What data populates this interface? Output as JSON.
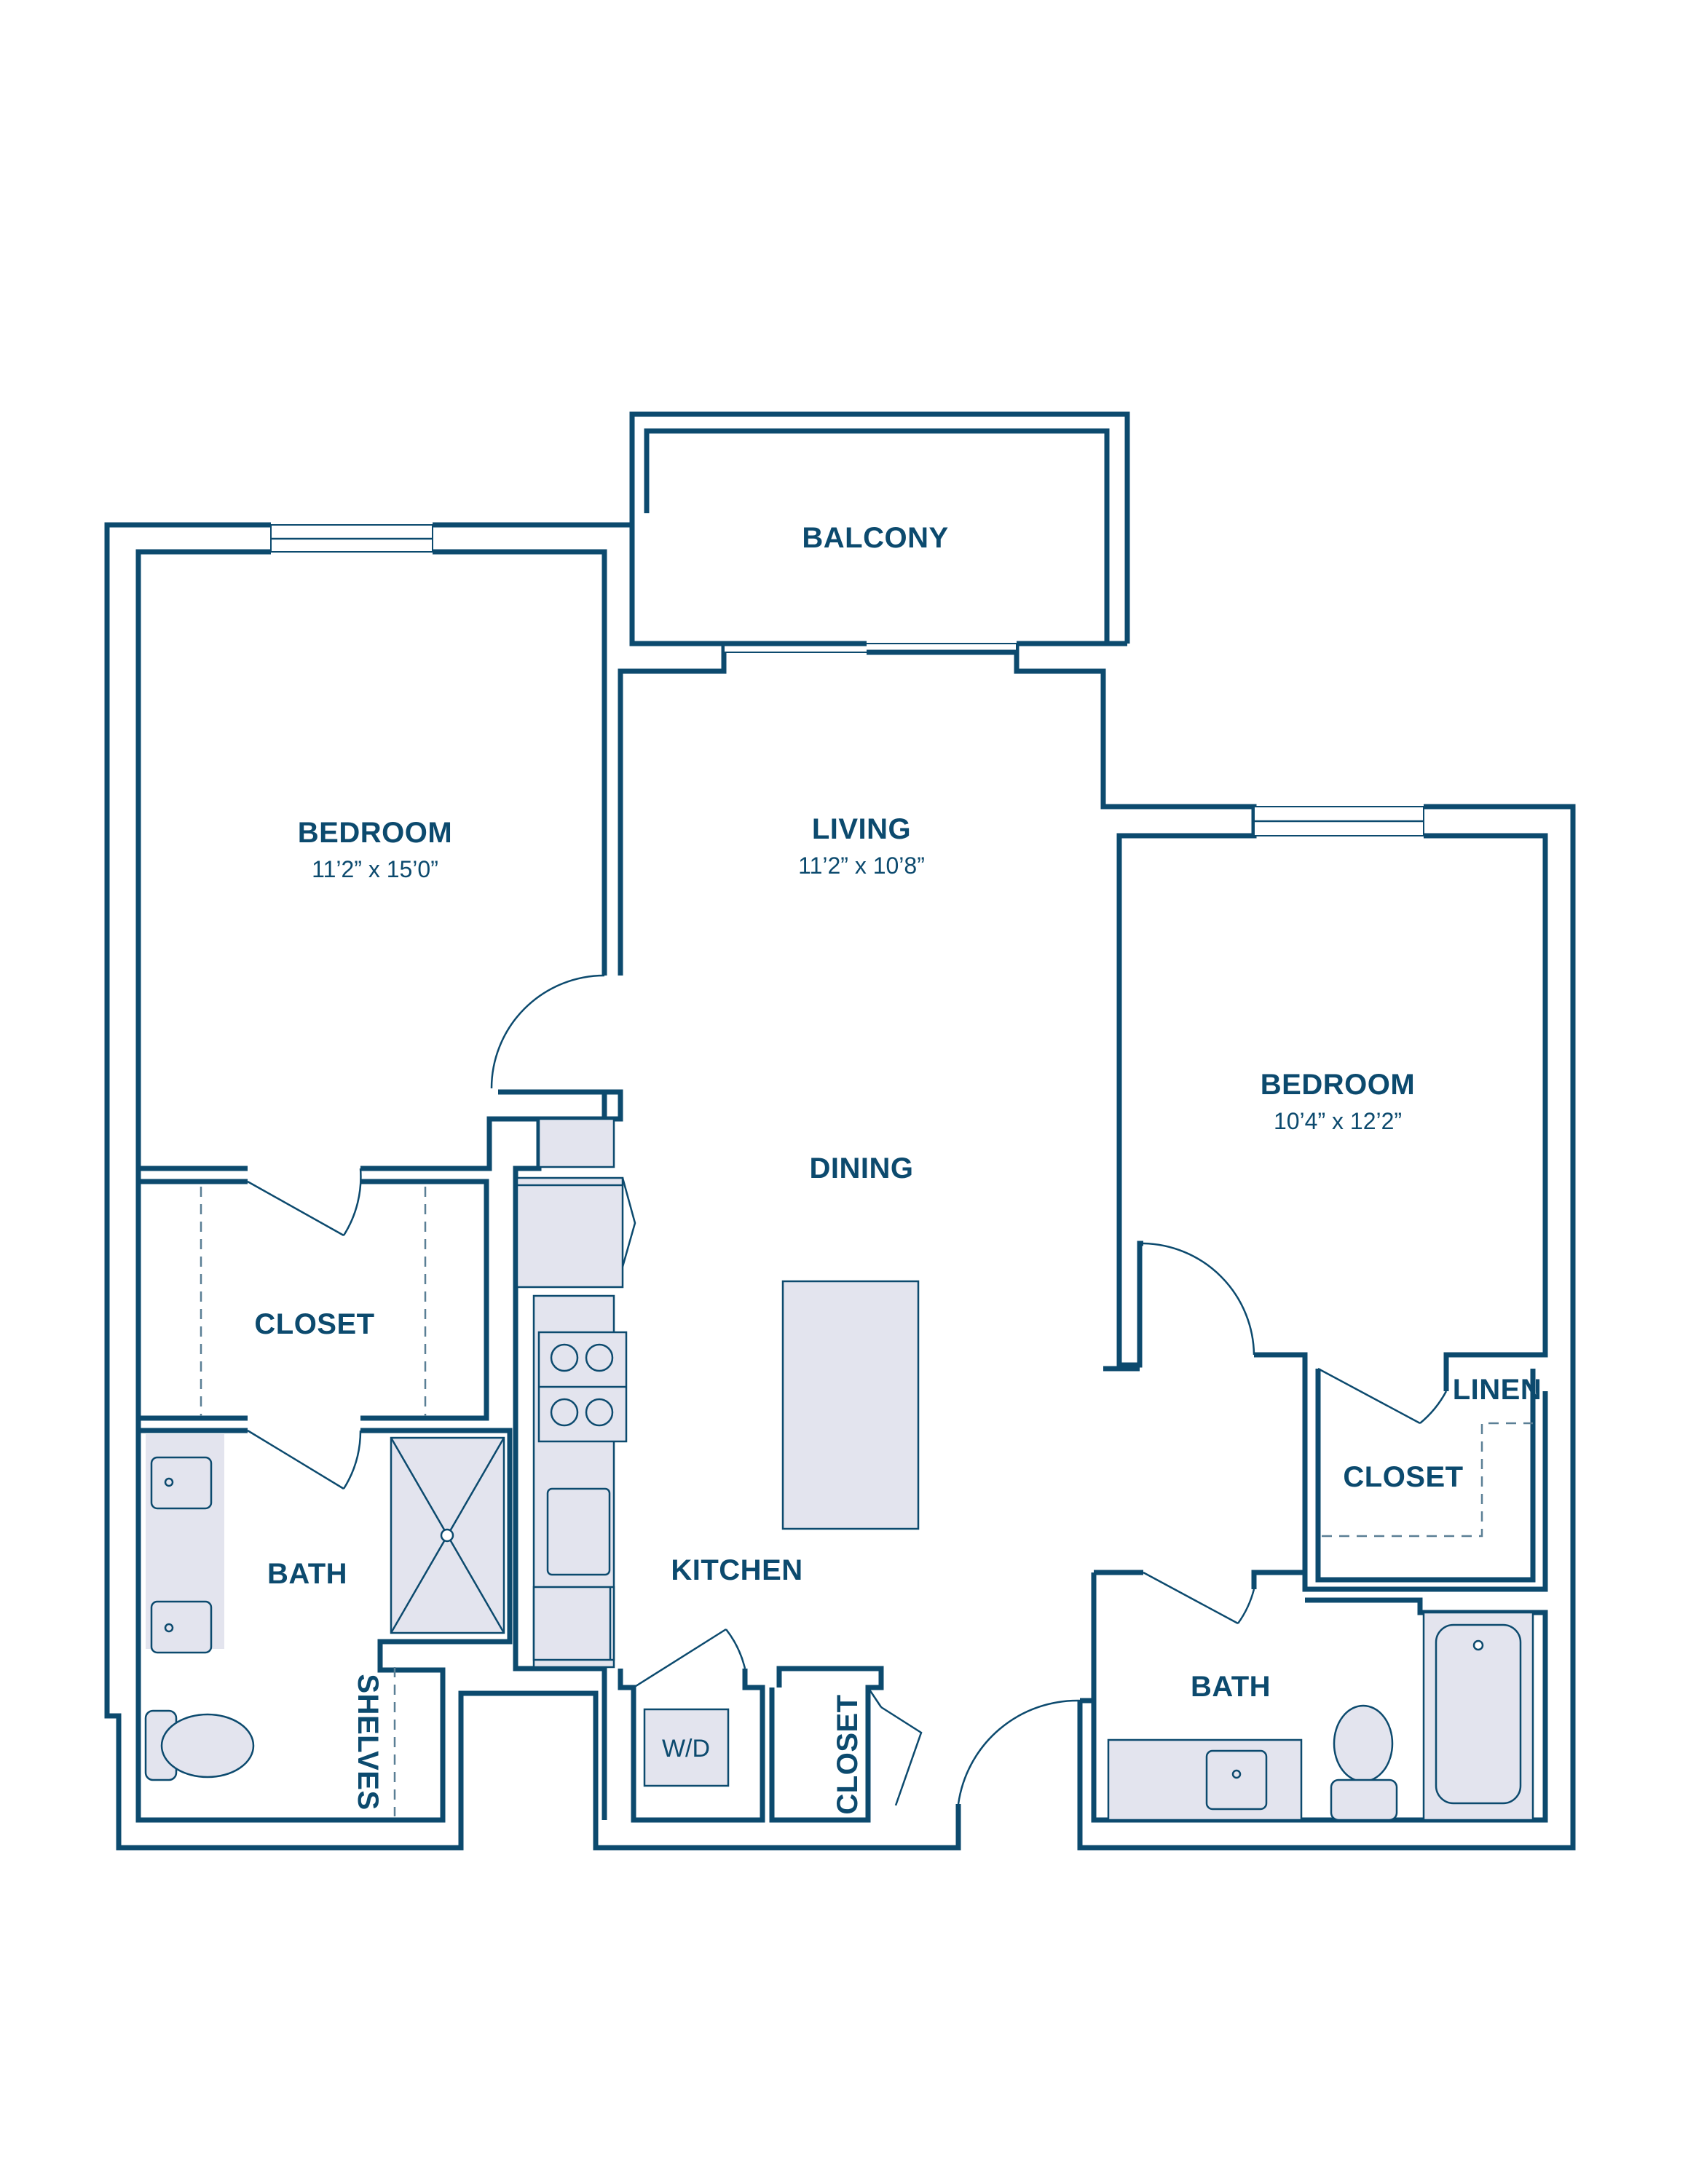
{
  "colors": {
    "wall": "#0c4a6e",
    "fixture": "#e3e4ee",
    "background": "#ffffff"
  },
  "rooms": {
    "balcony": {
      "label": "BALCONY"
    },
    "living": {
      "label": "LIVING",
      "dimensions": "11’2” x 10’8”"
    },
    "dining": {
      "label": "DINING"
    },
    "kitchen": {
      "label": "KITCHEN"
    },
    "bedroom_left": {
      "label": "BEDROOM",
      "dimensions": "11’2” x 15’0”"
    },
    "bedroom_right": {
      "label": "BEDROOM",
      "dimensions": "10’4” x 12’2”"
    },
    "closet_left": {
      "label": "CLOSET"
    },
    "closet_right": {
      "label": "CLOSET"
    },
    "closet_hall": {
      "label": "CLOSET"
    },
    "bath_left": {
      "label": "BATH"
    },
    "bath_right": {
      "label": "BATH"
    },
    "shelves": {
      "label": "SHELVES"
    },
    "linen": {
      "label": "LINEN"
    },
    "washer_dryer": {
      "label": "W/D"
    }
  }
}
